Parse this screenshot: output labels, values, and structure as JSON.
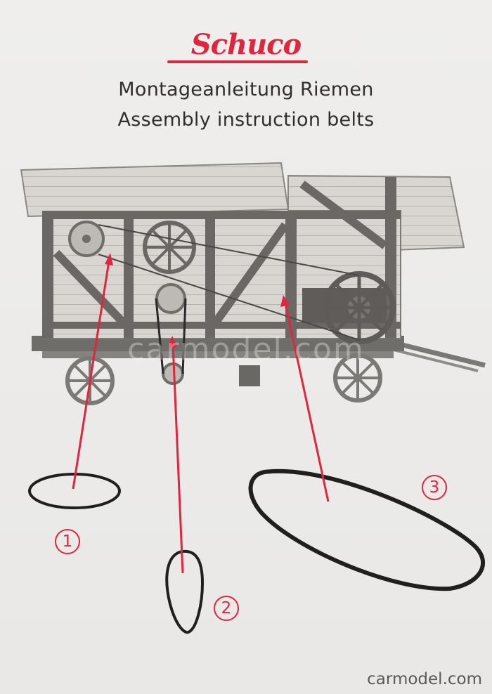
{
  "brand": {
    "logo_text": "Schuco",
    "color": "#e0263f"
  },
  "titles": {
    "german": "Montageanleitung Riemen",
    "english": "Assembly instruction belts"
  },
  "belts": [
    {
      "number": "1"
    },
    {
      "number": "2"
    },
    {
      "number": "3"
    }
  ],
  "watermark": "carmodel.com",
  "footer": "carmodel.com",
  "colors": {
    "accent": "#e0263f",
    "ink": "#2f2f2f",
    "belt": "#1f1f1f"
  }
}
